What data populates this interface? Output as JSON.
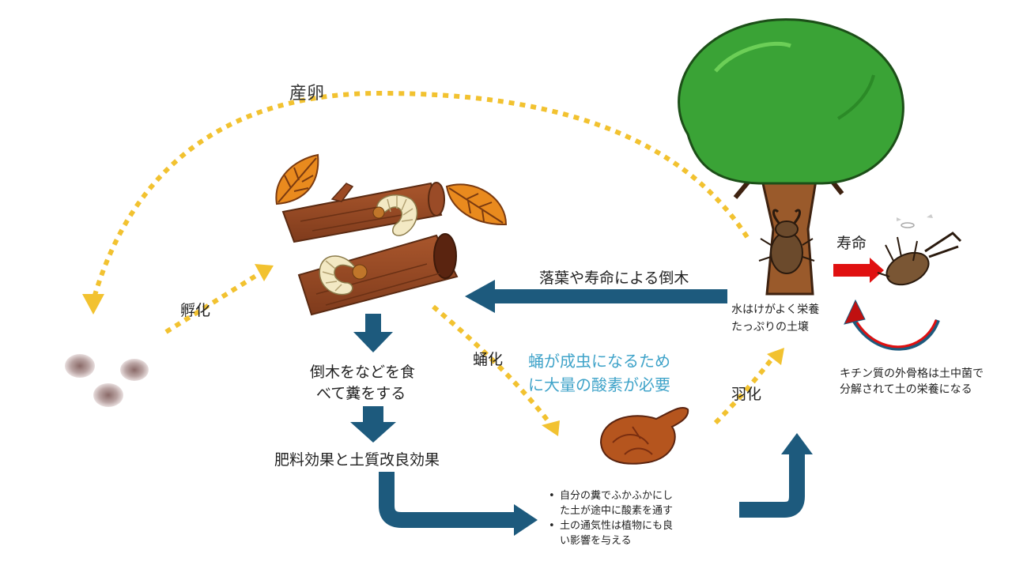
{
  "labels": {
    "oviposition": "産卵",
    "hatching": "孵化",
    "pupation": "蛹化",
    "eclosion": "羽化",
    "lifespan": "寿命",
    "fallen_tree": "落葉や寿命による倒木",
    "larva_eats_1": "倒木をなどを食",
    "larva_eats_2": "べて糞をする",
    "fertilizer": "肥料効果と土質改良効果",
    "soil_1": "水はけがよく栄養",
    "soil_2": "たっぷりの土壌",
    "chitin_1": "キチン質の外骨格は土中菌で",
    "chitin_2": "分解されて土の栄養になる",
    "pupa_note_1": "蛹が成虫になるため",
    "pupa_note_2": "に大量の酸素が必要"
  },
  "bullets": [
    {
      "line1": "自分の糞でふかふかにし",
      "line2": "た土が途中に酸素を通す"
    },
    {
      "line1": "土の通気性は植物にも良",
      "line2": "い影響を与える"
    }
  ],
  "bullet_mark": "•",
  "colors": {
    "dashed_arrow": "#f2c230",
    "solid_arrow": "#1d5a7d",
    "red_arrow": "#e01010",
    "note_text": "#3fa3c9"
  }
}
